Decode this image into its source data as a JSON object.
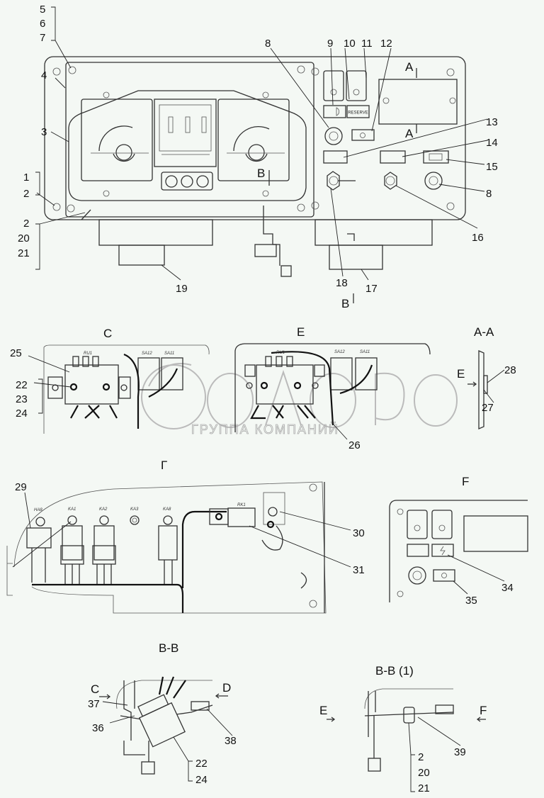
{
  "watermark": {
    "brand": "белаgро",
    "subtitle": "ГРУППА КОМПАНИЙ"
  },
  "main_view": {
    "callouts": {
      "c5": "5",
      "c6": "6",
      "c7": "7",
      "c4": "4",
      "c3": "3",
      "c1": "1",
      "c2a": "2",
      "c2b": "2",
      "c20": "20",
      "c21": "21",
      "c8a": "8",
      "c9": "9",
      "c10": "10",
      "c11": "11",
      "c12": "12",
      "c13": "13",
      "c14": "14",
      "c15": "15",
      "c8b": "8",
      "c16": "16",
      "c17": "17",
      "c18": "18",
      "c19": "19"
    },
    "section_marks": {
      "a_top": "A",
      "a_bottom": "A",
      "b_gauge": "B",
      "b_bottom": "B"
    },
    "reserve_label": "RESERVE"
  },
  "view_c": {
    "title": "C",
    "callouts": {
      "c25": "25",
      "c22": "22",
      "c23": "23",
      "c24": "24"
    },
    "labels": {
      "ru1": "RU1",
      "sa12": "SA12",
      "sa11": "SA11"
    }
  },
  "view_e": {
    "title": "E",
    "callouts": {
      "c26": "26"
    },
    "labels": {
      "ru1": "RU1",
      "sa12": "SA12",
      "sa11": "SA11"
    }
  },
  "section_aa": {
    "title": "A-A",
    "arrow": "E",
    "callouts": {
      "c28": "28",
      "c27": "27"
    }
  },
  "view_g": {
    "title": "Г",
    "callouts": {
      "c29": "29",
      "c30": "30",
      "c31": "31"
    },
    "labels": {
      "ha8": "HA8",
      "ka1": "KA1",
      "ka2": "KA2",
      "ka3": "KA3",
      "ka8": "KA8",
      "rk1": "RK1"
    }
  },
  "view_f": {
    "title": "F",
    "callouts": {
      "c34": "34",
      "c35": "35"
    }
  },
  "section_bb": {
    "title": "B-B",
    "arrow_c": "C",
    "arrow_d": "D",
    "callouts": {
      "c37": "37",
      "c36": "36",
      "c38": "38",
      "c22": "22",
      "c24": "24"
    }
  },
  "section_bb1": {
    "title": "B-B (1)",
    "arrow_e": "E",
    "arrow_f": "F",
    "callouts": {
      "c39": "39",
      "c2": "2",
      "c20": "20",
      "c21": "21"
    }
  }
}
